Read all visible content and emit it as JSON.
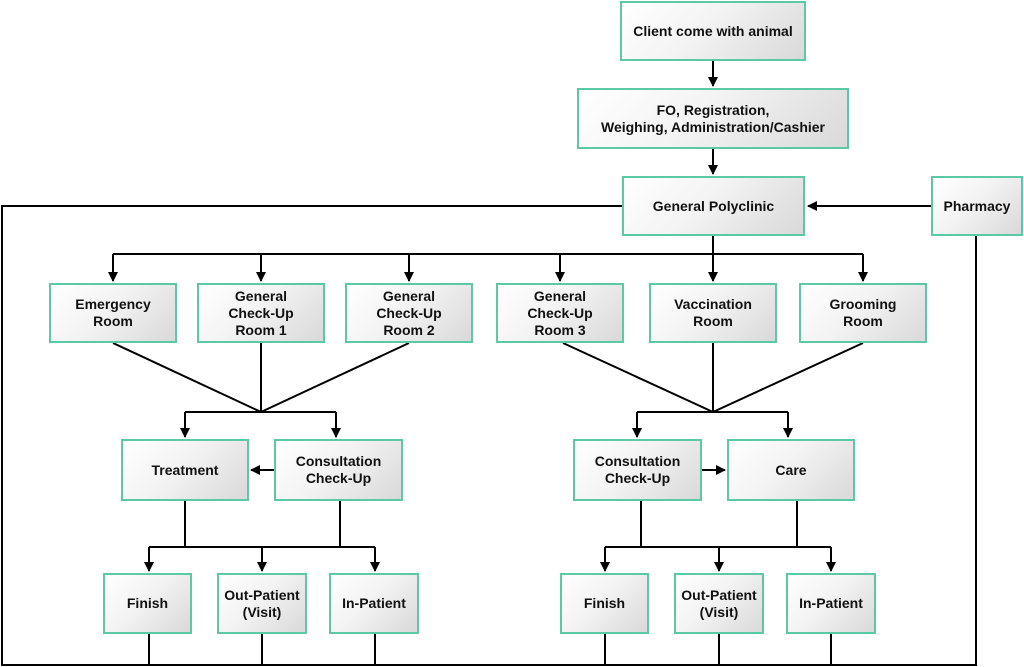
{
  "nodes": {
    "client": "Client come with animal",
    "registration": "FO, Registration,\nWeighing, Administration/Cashier",
    "polyclinic": "General Polyclinic",
    "pharmacy": "Pharmacy",
    "emergency": "Emergency\nRoom",
    "checkup1": "General\nCheck-Up\nRoom 1",
    "checkup2": "General\nCheck-Up\nRoom 2",
    "checkup3": "General\nCheck-Up\nRoom 3",
    "vaccination": "Vaccination\nRoom",
    "grooming": "Grooming\nRoom",
    "treatment": "Treatment",
    "consult_left": "Consultation\nCheck-Up",
    "consult_right": "Consultation\nCheck-Up",
    "care": "Care",
    "finish_left": "Finish",
    "outpatient_left": "Out-Patient\n(Visit)",
    "inpatient_left": "In-Patient",
    "finish_right": "Finish",
    "outpatient_right": "Out-Patient\n(Visit)",
    "inpatient_right": "In-Patient"
  },
  "colors": {
    "border": "#5cc9a5",
    "line": "#000000"
  }
}
